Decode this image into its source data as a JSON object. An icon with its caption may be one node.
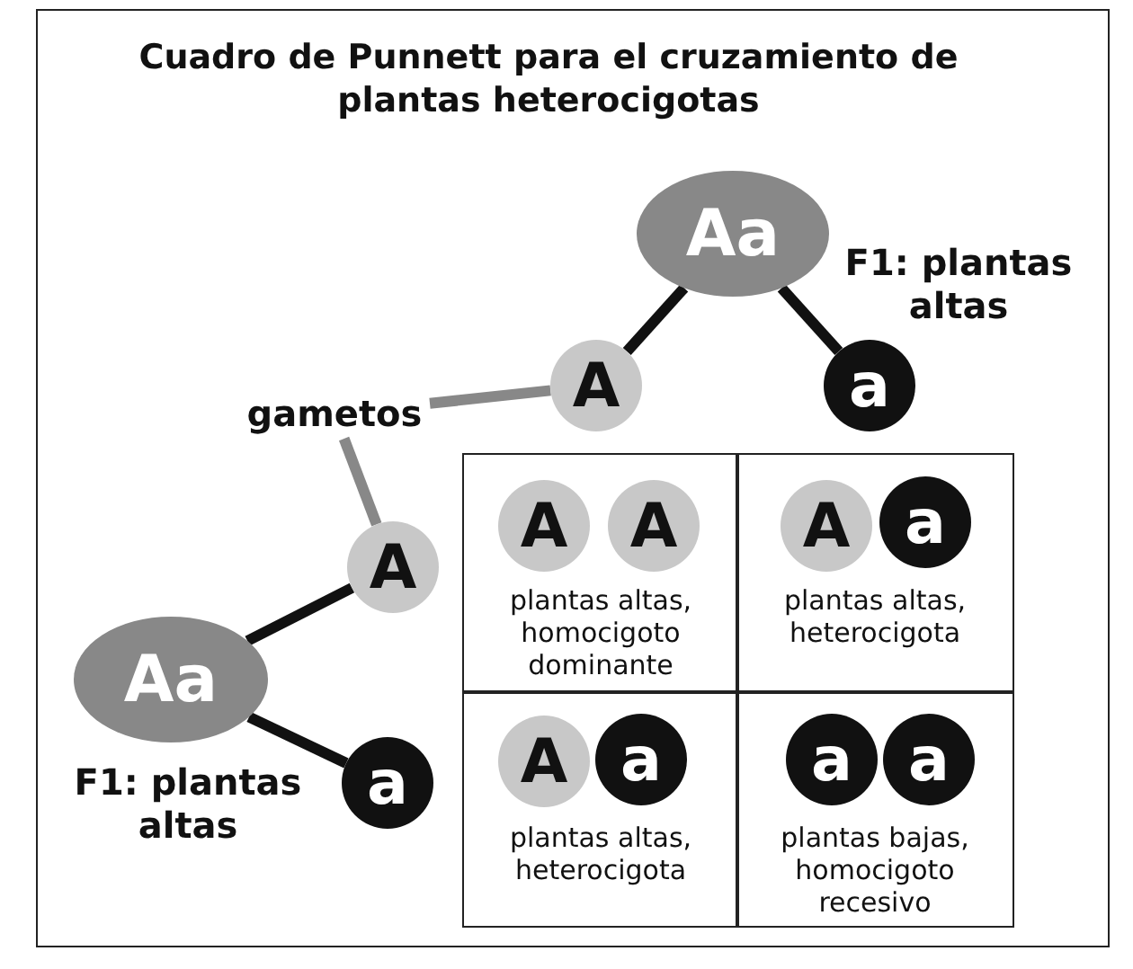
{
  "diagram": {
    "title": "Cuadro de Punnett para el cruzamiento de plantas heterocigotas",
    "nodes": [
      {
        "text": [
          "Aa"
        ],
        "beside": [
          "F1: plantas altas"
        ]
      },
      {
        "text": [
          "A"
        ]
      },
      {
        "text": [
          "a"
        ]
      },
      {
        "text": [
          "Aa"
        ],
        "beside": [
          "F1: plantas altas"
        ]
      },
      {
        "text": [
          "A"
        ]
      },
      {
        "text": [
          "a"
        ]
      },
      {
        "text": [
          "gametos"
        ]
      },
      {
        "text": [
          "plantas altas, homocigoto dominante"
        ]
      },
      {
        "text": [
          "A"
        ],
        "in": 7
      },
      {
        "text": [
          "A"
        ],
        "in": 7
      },
      {
        "text": [
          "plantas altas, heterocigota"
        ]
      },
      {
        "text": [
          "A"
        ],
        "in": 10
      },
      {
        "text": [
          "a"
        ],
        "in": 10
      },
      {
        "text": [
          "plantas altas, heterocigota"
        ]
      },
      {
        "text": [
          "A"
        ],
        "in": 13
      },
      {
        "text": [
          "a"
        ],
        "in": 13
      },
      {
        "text": [
          "plantas bajas, homocigoto recesivo"
        ]
      },
      {
        "text": [
          "a"
        ],
        "in": 16
      },
      {
        "text": [
          "a"
        ],
        "in": 16
      }
    ],
    "edges": [
      {
        "from": 0,
        "to": 1,
        "arrow": "none"
      },
      {
        "from": 0,
        "to": 2,
        "arrow": "none"
      },
      {
        "from": 3,
        "to": 4,
        "arrow": "none"
      },
      {
        "from": 3,
        "to": 5,
        "arrow": "none"
      },
      {
        "from": 6,
        "to": 1,
        "arrow": "none",
        "color": "#888888"
      },
      {
        "from": 6,
        "to": 4,
        "arrow": "none",
        "color": "#888888"
      }
    ]
  }
}
